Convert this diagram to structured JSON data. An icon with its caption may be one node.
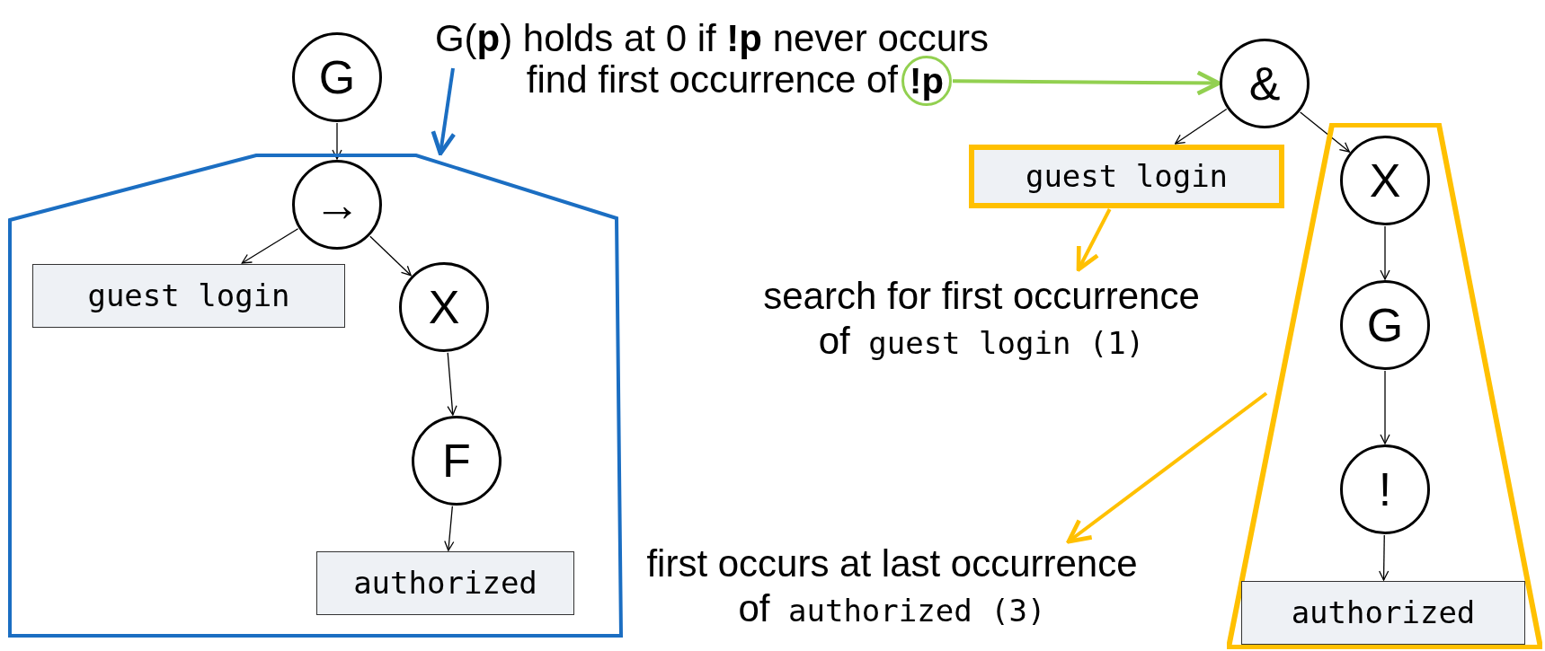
{
  "diagram": {
    "nodes": [
      {
        "text": [
          "G"
        ]
      },
      {
        "text": [],
        "shape": "box"
      },
      {
        "text": [
          "→"
        ],
        "in": 1
      },
      {
        "text": [
          "guest login"
        ],
        "in": 1
      },
      {
        "text": [
          "X"
        ],
        "in": 1
      },
      {
        "text": [
          "F"
        ],
        "in": 1
      },
      {
        "text": [
          "authorized"
        ],
        "in": 1
      },
      {
        "text": [
          "G(**p**) holds at 0 if **!p** never occurs"
        ]
      },
      {
        "text": [
          "!p"
        ]
      },
      {
        "text": [
          "&"
        ]
      },
      {
        "text": [
          "guest login"
        ]
      },
      {
        "text": [],
        "shape": "box"
      },
      {
        "text": [
          "X"
        ],
        "in": 11
      },
      {
        "text": [
          "G"
        ],
        "in": 11
      },
      {
        "text": [
          "!"
        ],
        "in": 11
      },
      {
        "text": [
          "authorized"
        ],
        "in": 11
      },
      {
        "text": [
          "search for first occurrence of",
          "guest login (1)"
        ]
      },
      {
        "text": [
          "first occurs at last occurrence of",
          "authorized (3)"
        ]
      }
    ],
    "edges": [
      {
        "from": 0,
        "to": 2,
        "arrow": "to"
      },
      {
        "from": 2,
        "to": 3,
        "arrow": "to"
      },
      {
        "from": 2,
        "to": 4,
        "arrow": "to"
      },
      {
        "from": 4,
        "to": 5,
        "arrow": "to"
      },
      {
        "from": 5,
        "to": 6,
        "arrow": "to"
      },
      {
        "from": 7,
        "to": 1,
        "arrow": "to",
        "style": "thick",
        "color": "#1b6ec2"
      },
      {
        "from": 8,
        "to": 9,
        "arrow": "to",
        "style": "thick",
        "color": "#92d050"
      },
      {
        "from": 9,
        "to": 10,
        "arrow": "to"
      },
      {
        "from": 9,
        "to": 12,
        "arrow": "to"
      },
      {
        "from": 12,
        "to": 13,
        "arrow": "to"
      },
      {
        "from": 13,
        "to": 14,
        "arrow": "to"
      },
      {
        "from": 14,
        "to": 15,
        "arrow": "to"
      },
      {
        "from": 10,
        "to": 16,
        "arrow": "to",
        "style": "thick",
        "color": "#ffc000"
      },
      {
        "from": 11,
        "to": 17,
        "arrow": "to",
        "style": "thick",
        "color": "#ffc000"
      }
    ],
    "labels": [
      "find first occurrence of"
    ]
  }
}
